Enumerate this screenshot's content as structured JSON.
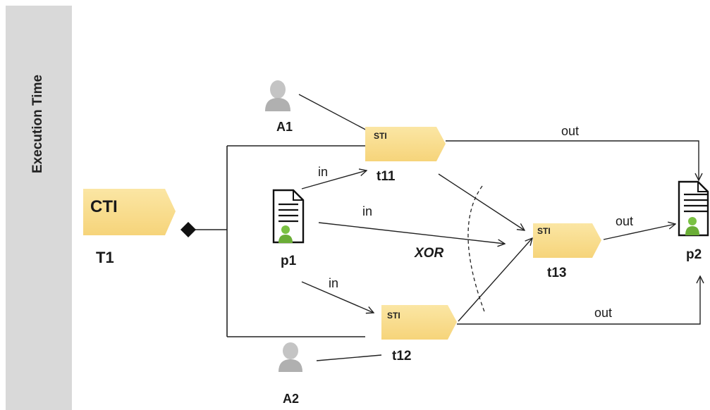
{
  "sidebar": {
    "label": "Execution Time"
  },
  "cti": {
    "tag": "CTI",
    "name": "T1"
  },
  "tasks": {
    "t11": {
      "tag": "STI",
      "name": "t11"
    },
    "t12": {
      "tag": "STI",
      "name": "t12"
    },
    "t13": {
      "tag": "STI",
      "name": "t13"
    }
  },
  "actors": {
    "a1": "A1",
    "a2": "A2"
  },
  "documents": {
    "p1": "p1",
    "p2": "p2"
  },
  "edge_labels": {
    "in_t11": "in",
    "in_t13": "in",
    "in_t12": "in",
    "out_t11": "out",
    "out_t13": "out",
    "out_t12": "out",
    "xor": "XOR"
  },
  "colors": {
    "task_fill": "#f8dc8a",
    "sidebar": "#d9d9d9",
    "actor": "#b5b5b5",
    "doc_person": "#7ac143"
  }
}
